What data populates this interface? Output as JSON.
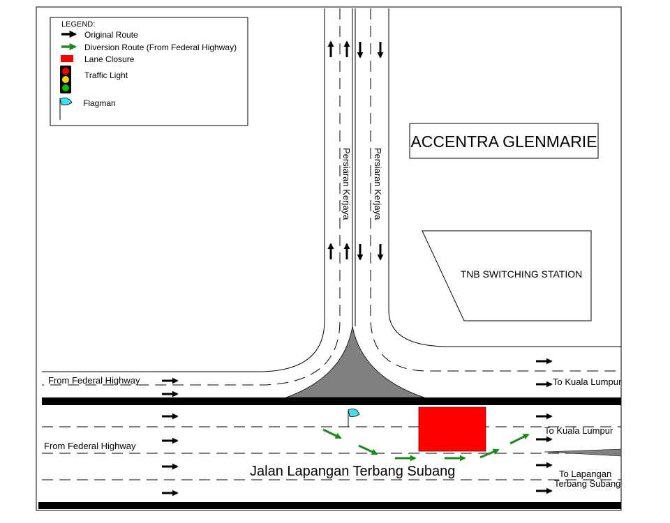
{
  "legend": {
    "title": "LEGEND:",
    "items": [
      {
        "label": "Original Route",
        "icon": "black-arrow-icon"
      },
      {
        "label": "Diversion Route (From Federal Highway)",
        "icon": "green-arrow-icon"
      },
      {
        "label": "Lane Closure",
        "icon": "red-rectangle-icon"
      },
      {
        "label": "Traffic Light",
        "icon": "traffic-light-icon"
      },
      {
        "label": "Flagman",
        "icon": "flag-icon"
      }
    ]
  },
  "buildings": {
    "accentra": "ACCENTRA GLENMARIE",
    "tnb": "TNB SWITCHING STATION"
  },
  "roads": {
    "persiaran_left": "Persiaran Kerjaya",
    "persiaran_right": "Persiaran Kerjaya",
    "main_road": "Jalan Lapangan Terbang Subang"
  },
  "labels": {
    "from_federal_top": "From Federal Highway",
    "from_federal_bottom": "From Federal Highway",
    "to_kl_top": "To Kuala Lumpur",
    "to_kl_bottom": "To Kuala Lumpur",
    "to_lapangan_line1": "To Lapangan",
    "to_lapangan_line2": "Terbang Subang"
  },
  "colors": {
    "original_route": "#000000",
    "diversion_route": "#1a8a1a",
    "lane_closure": "#ff0000",
    "median": "#808080",
    "flag": "#40e0f0"
  }
}
